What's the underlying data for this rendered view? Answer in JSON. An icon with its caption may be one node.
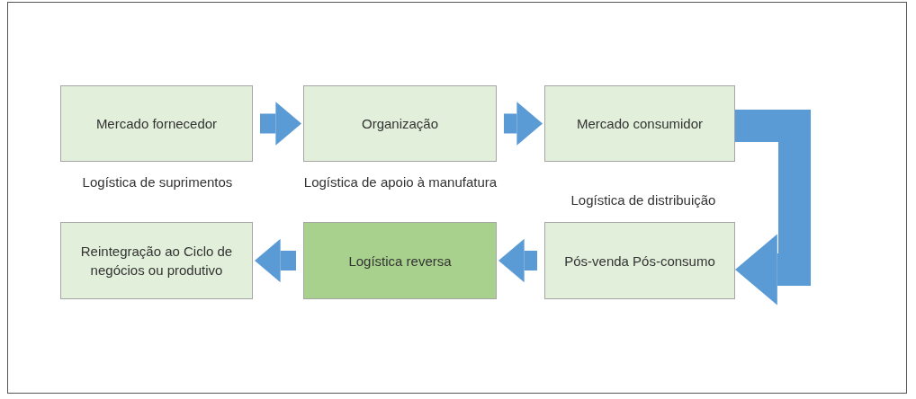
{
  "diagram": {
    "nodes": [
      {
        "text": [
          "Mercado fornecedor"
        ]
      },
      {
        "text": [
          "Organização"
        ]
      },
      {
        "text": [
          "Mercado consumidor"
        ]
      },
      {
        "text": [
          "Reintegração ao Ciclo de negócios ou produtivo"
        ]
      },
      {
        "text": [
          "Logística reversa"
        ]
      },
      {
        "text": [
          "Pós-venda Pós-consumo"
        ]
      }
    ],
    "edges": [
      {
        "from": 0,
        "to": 1,
        "arrow": "to"
      },
      {
        "from": 1,
        "to": 2,
        "arrow": "to"
      },
      {
        "from": 2,
        "to": 5,
        "arrow": "to"
      },
      {
        "from": 5,
        "to": 4,
        "arrow": "to"
      },
      {
        "from": 4,
        "to": 3,
        "arrow": "to"
      }
    ],
    "labels": [
      "Logística de suprimentos",
      "Logística de apoio à manufatura",
      "Logística de distribuição"
    ]
  }
}
